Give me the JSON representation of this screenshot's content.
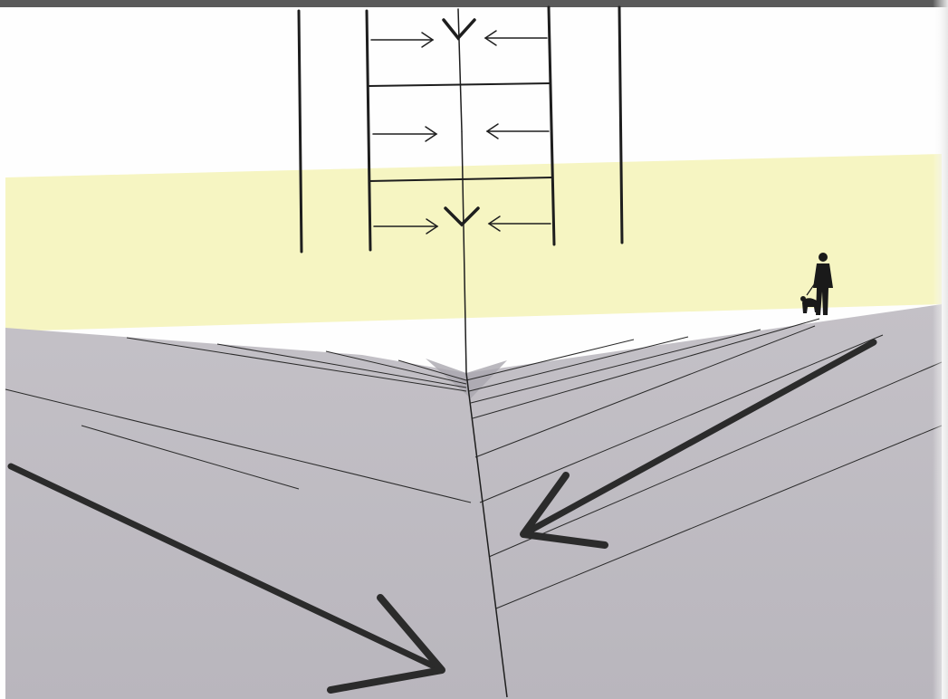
{
  "diagram": {
    "colors": {
      "page": "#fefefe",
      "sky_band": "#f6f5c2",
      "ground": "#bebbc1",
      "ground_shade": "#a9a6ae",
      "ink": "#1e1e1e",
      "arrow": "#2b2b2b",
      "right_edge_fade": "#e6e6e6"
    },
    "plan_view": {
      "outer_wall_lines": 2,
      "inner_wall_lines": 2,
      "cross_bars": 2,
      "inflow_arrow_pairs": 3,
      "centre_downward_arrows": 2
    },
    "ground_surface": {
      "left_slope_lines": 6,
      "right_slope_lines": 8,
      "large_flow_arrows": 2,
      "flow_direction": "toward-centre-valley"
    },
    "figure": {
      "icon": "person-walking-dog-icon"
    }
  }
}
